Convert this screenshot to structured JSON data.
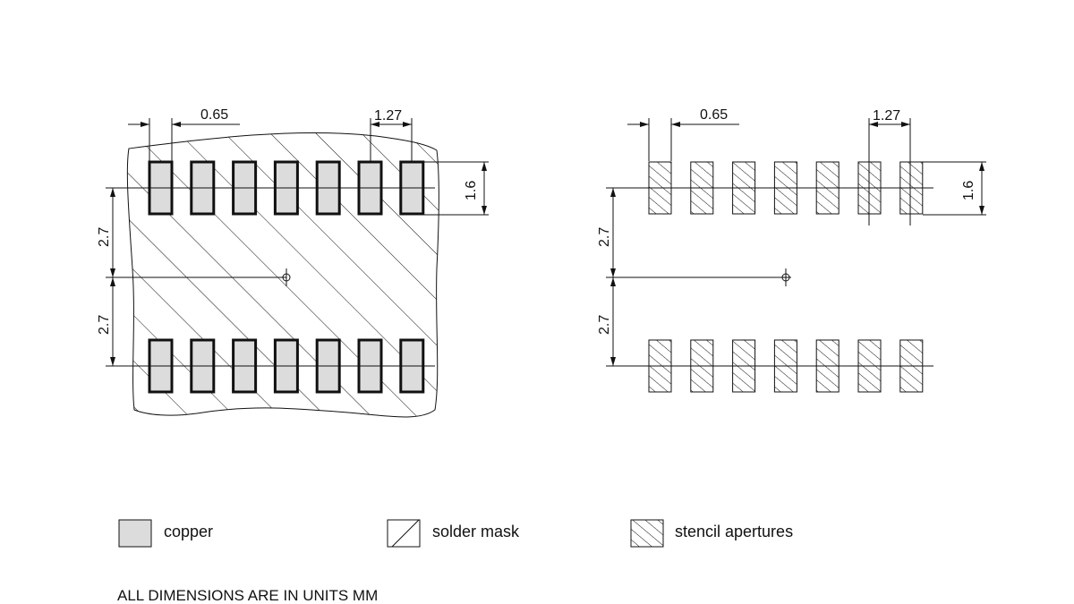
{
  "left_view": {
    "dim_pitch": "0.65",
    "dim_pad_width": "1.27",
    "dim_pad_height": "1.6",
    "dim_upper_offset": "2.7",
    "dim_lower_offset": "2.7"
  },
  "right_view": {
    "dim_pitch": "0.65",
    "dim_pad_width": "1.27",
    "dim_pad_height": "1.6",
    "dim_upper_offset": "2.7",
    "dim_lower_offset": "2.7"
  },
  "legend": {
    "copper": "copper",
    "solder_mask": "solder mask",
    "stencil": "stencil apertures"
  },
  "note": "ALL DIMENSIONS ARE IN UNITS MM",
  "colors": {
    "copper_fill": "#dcdcdc",
    "line": "#111111"
  }
}
